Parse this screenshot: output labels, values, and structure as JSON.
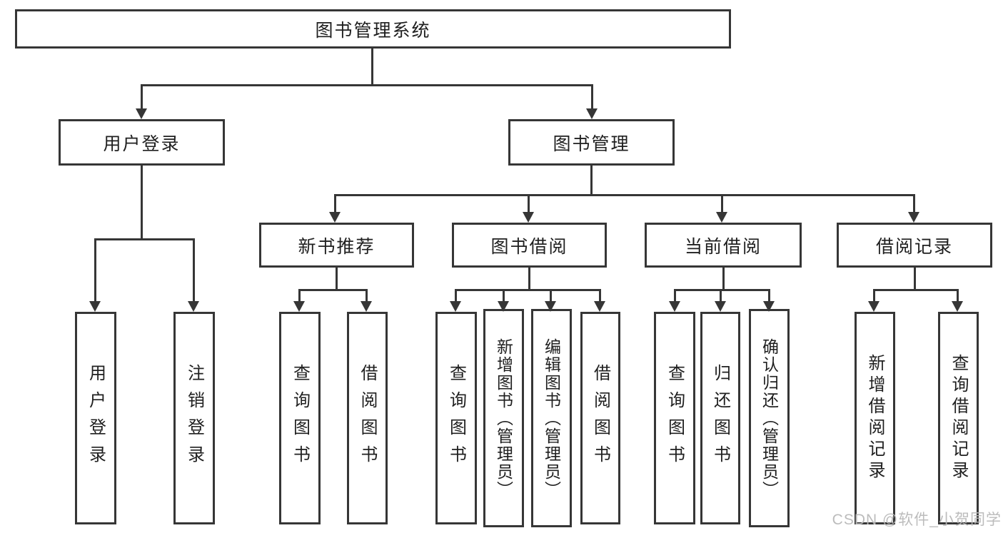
{
  "diagram": {
    "title": "图书管理系统",
    "level2": [
      {
        "label": "用户登录"
      },
      {
        "label": "图书管理"
      }
    ],
    "level3": [
      {
        "label": "新书推荐"
      },
      {
        "label": "图书借阅"
      },
      {
        "label": "当前借阅"
      },
      {
        "label": "借阅记录"
      }
    ],
    "leaves": [
      {
        "label": "用户登录"
      },
      {
        "label": "注销登录"
      },
      {
        "label": "查询图书"
      },
      {
        "label": "借阅图书"
      },
      {
        "label": "查询图书"
      },
      {
        "label": "新增图书（管理员）"
      },
      {
        "label": "编辑图书（管理员）"
      },
      {
        "label": "借阅图书"
      },
      {
        "label": "查询图书"
      },
      {
        "label": "归还图书"
      },
      {
        "label": "确认归还（管理员）"
      },
      {
        "label": "新增借阅记录"
      },
      {
        "label": "查询借阅记录"
      }
    ],
    "watermark": "CSDN @软件_小贺同学",
    "colors": {
      "line": "#363636",
      "text": "#1f1f1f",
      "background": "#ffffff",
      "watermark": "#b9b9b9"
    }
  }
}
